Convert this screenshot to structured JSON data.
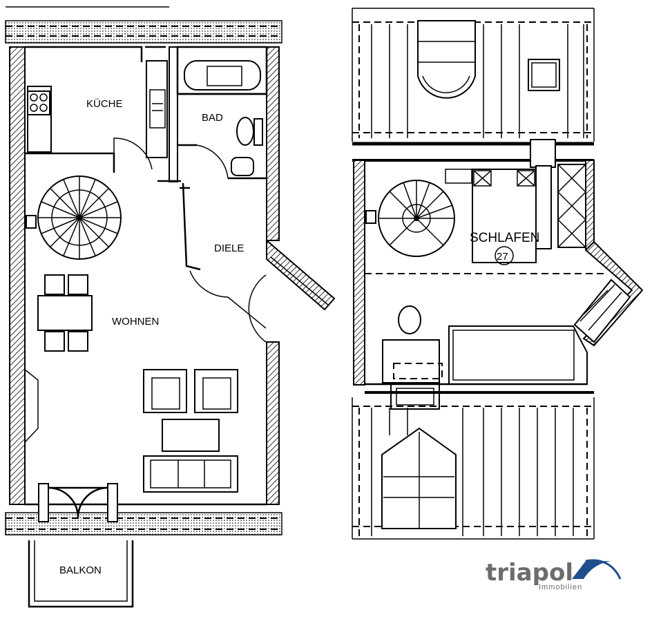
{
  "rooms": {
    "kueche": "KÜCHE",
    "bad": "BAD",
    "diele": "DIELE",
    "wohnen": "WOHNEN",
    "balkon": "BALKON",
    "schlafen": "SCHLAFEN",
    "schlafen_area": "27"
  },
  "logo": {
    "brand": "triapol",
    "sub": "Immobilien",
    "accent_color": "#1f4e8c",
    "text_color": "#6c6c6c"
  }
}
